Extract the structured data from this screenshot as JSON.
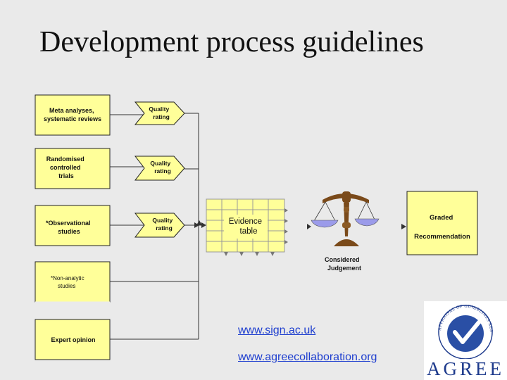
{
  "slide": {
    "title": "Development process guidelines"
  },
  "sources": [
    {
      "lines": [
        "Meta analyses,",
        "systematic reviews"
      ]
    },
    {
      "lines": [
        "Randomised",
        "controlled",
        "trials"
      ]
    },
    {
      "lines": [
        "*Observational",
        "studies"
      ]
    },
    {
      "lines": [
        "*Non-analytic",
        "studies"
      ]
    },
    {
      "lines": [
        "Expert opinion"
      ]
    }
  ],
  "quality_rating": {
    "lines": [
      "Quality",
      "rating"
    ]
  },
  "evidence_table": {
    "lines": [
      "Evidence",
      "table"
    ]
  },
  "judgement": {
    "lines": [
      "Considered",
      "Judgement"
    ]
  },
  "recommendation": {
    "lines": [
      "Graded",
      "Recommendation"
    ]
  },
  "links": {
    "sign": "www.sign.ac.uk",
    "agree": "www.agreecollaboration.org"
  },
  "logo": {
    "word": "AGREE",
    "ring_text": "APPRAISAL OF GUIDELINES RESEARCH & EVALUATION",
    "colors": {
      "blue": "#1d3a8c",
      "check": "#ffffff"
    }
  },
  "colors": {
    "box_fill": "#ffff99",
    "link": "#1f3fcf",
    "scale_brown": "#7a4a1a",
    "pan_blue": "#9b9bea"
  }
}
